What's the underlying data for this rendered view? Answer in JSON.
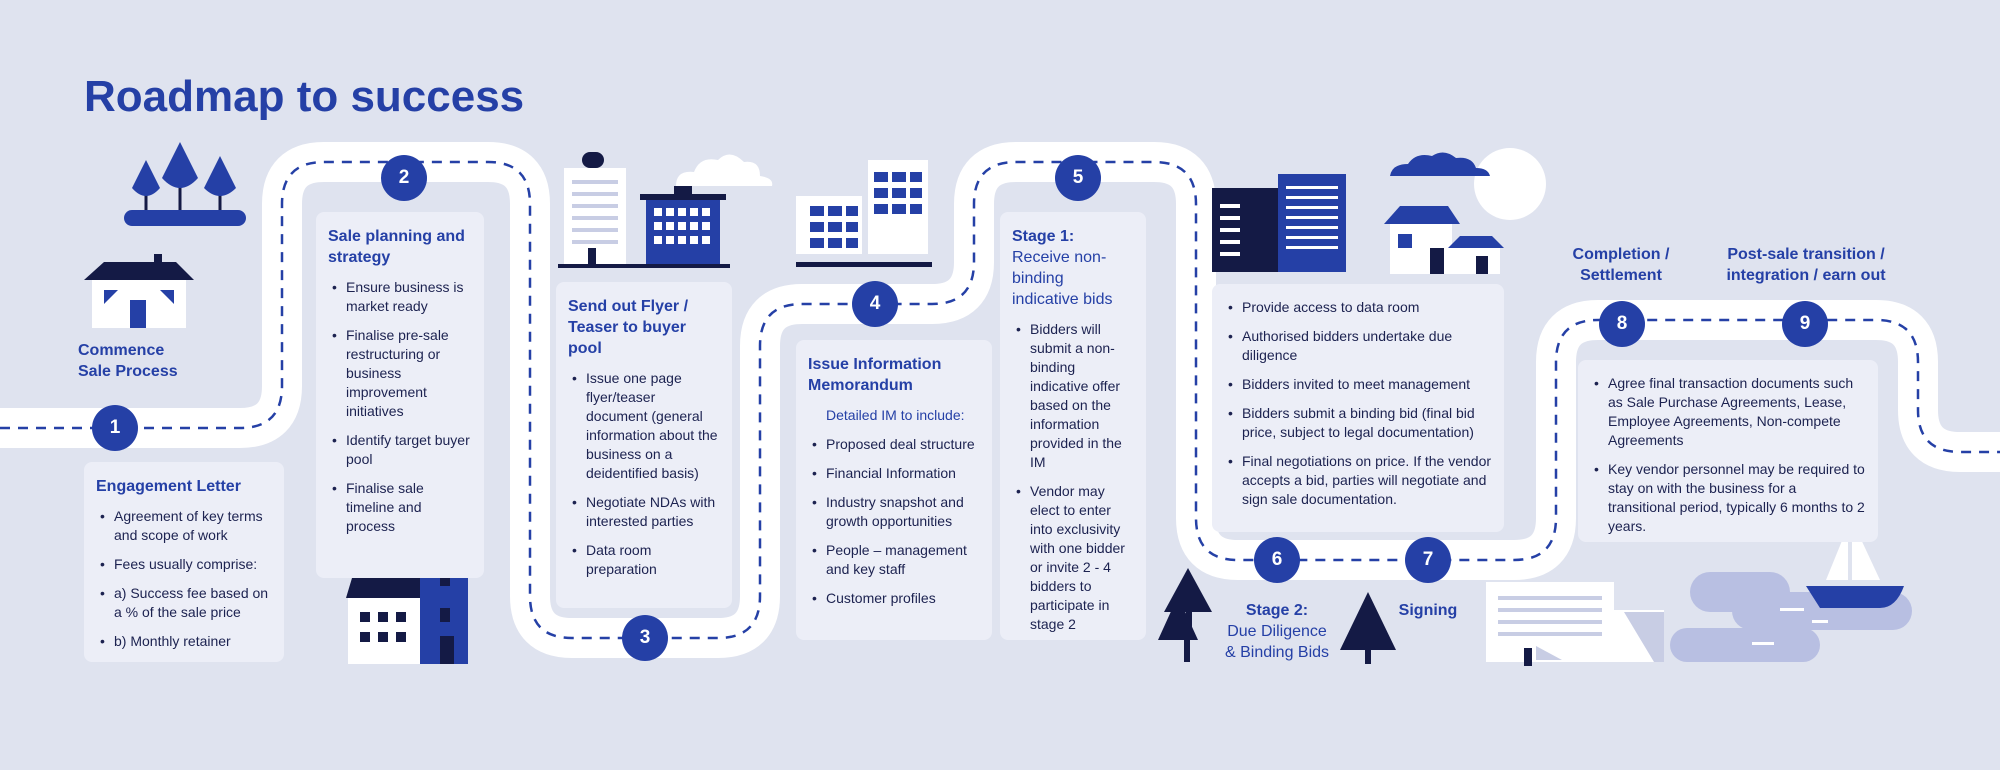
{
  "title": "Roadmap to success",
  "colors": {
    "background": "#dfe3ef",
    "road": "#ffffff",
    "accent": "#2540a6",
    "dark": "#141a45",
    "card": "#eceef7"
  },
  "steps": [
    {
      "num": "1"
    },
    {
      "num": "2"
    },
    {
      "num": "3"
    },
    {
      "num": "4"
    },
    {
      "num": "5"
    },
    {
      "num": "6"
    },
    {
      "num": "7"
    },
    {
      "num": "8"
    },
    {
      "num": "9"
    }
  ],
  "labels": {
    "commence": [
      "Commence",
      "Sale Process"
    ],
    "stage2": [
      "Stage 2:",
      "Due Diligence",
      "& Binding Bids"
    ],
    "signing": "Signing",
    "completion": [
      "Completion /",
      "Settlement"
    ],
    "post_sale": [
      "Post-sale transition /",
      "integration / earn out"
    ]
  },
  "cards": {
    "engagement": {
      "title": "Engagement Letter",
      "items": [
        "Agreement of key terms and scope of work",
        "Fees usually comprise:",
        "a) Success fee based on a % of the sale price",
        "b) Monthly retainer"
      ]
    },
    "planning": {
      "title": "Sale planning and strategy",
      "items": [
        "Ensure business is market ready",
        "Finalise pre-sale restructuring or business improvement initiatives",
        "Identify target buyer pool",
        "Finalise sale timeline and process"
      ]
    },
    "flyer": {
      "title": "Send out Flyer / Teaser to buyer pool",
      "items": [
        "Issue one page flyer/teaser document (general information about the business on a deidentified basis)",
        "Negotiate NDAs with interested parties",
        "Data room preparation"
      ]
    },
    "im": {
      "title": "Issue Information Memorandum",
      "subtitle": "Detailed IM to include:",
      "items": [
        "Proposed deal structure",
        "Financial Information",
        "Industry snapshot and growth opportunities",
        "People – management and key staff",
        "Customer profiles"
      ]
    },
    "stage1": {
      "title_bold": "Stage 1:",
      "title_rest": "Receive non-binding indicative bids",
      "items": [
        "Bidders will submit a non-binding indicative offer based on the information provided in the IM",
        "Vendor may elect to enter into exclusivity with one bidder or invite 2 - 4 bidders to participate in stage 2"
      ]
    },
    "due_diligence": {
      "items": [
        "Provide access to data room",
        "Authorised bidders undertake due diligence",
        "Bidders invited to meet management",
        "Bidders submit a binding bid (final bid price, subject to legal documentation)",
        "Final negotiations on price. If the vendor accepts a bid, parties will negotiate and sign sale documentation."
      ]
    },
    "post_sale": {
      "items": [
        "Agree final transaction documents such as  Sale Purchase Agreements, Lease, Employee Agreements, Non-compete Agreements",
        "Key vendor personnel may be required to stay on with the business for a transitional period, typically 6 months to 2 years."
      ]
    }
  }
}
